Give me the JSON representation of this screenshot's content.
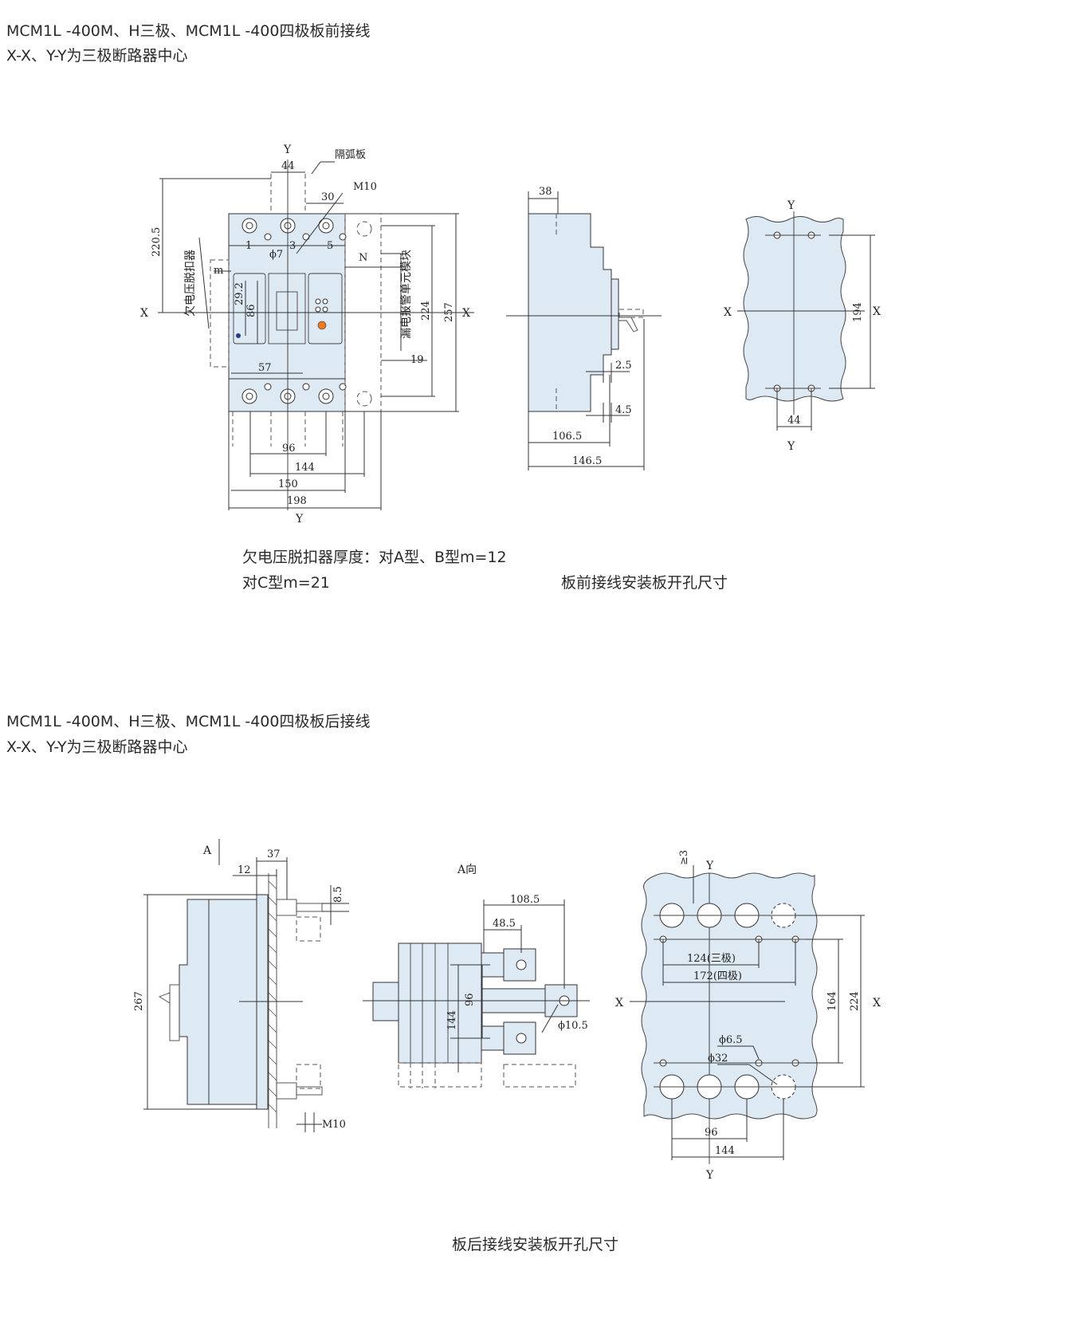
{
  "section1": {
    "heading": "MCM1L -400M、H三极、MCM1L -400四极板前接线",
    "subheading": "X-X、Y-Y为三极断路器中心",
    "note_line1": "欠电压脱扣器厚度：对A型、B型m=12",
    "note_line2": "对C型m=21",
    "caption": "板前接线安装板开孔尺寸",
    "front_view": {
      "labels": {
        "y_top": "Y",
        "y_bottom": "Y",
        "x_left": "X",
        "x_right": "X",
        "arc_plate": "隔弧板",
        "m10": "M10",
        "n": "N",
        "m": "m",
        "phi7": "ϕ7",
        "undervoltage": "欠电压脱扣器",
        "leakage": "漏电报警单元模块",
        "t1": "1",
        "t3": "3",
        "t5": "5"
      },
      "dims": {
        "d44": "44",
        "d30": "30",
        "d220_5": "220.5",
        "d29_2": "29.2",
        "d86": "86",
        "d57": "57",
        "d224": "224",
        "d257": "257",
        "d19": "19",
        "d96": "96",
        "d144": "144",
        "d150": "150",
        "d198": "198"
      }
    },
    "side_view": {
      "dims": {
        "d38": "38",
        "d2_5": "2.5",
        "d4_5": "4.5",
        "d106_5": "106.5",
        "d146_5": "146.5"
      }
    },
    "panel_view": {
      "labels": {
        "y_top": "Y",
        "y_bottom": "Y",
        "x_left": "X",
        "x_right": "X"
      },
      "dims": {
        "d194": "194",
        "d44": "44"
      }
    }
  },
  "section2": {
    "heading": "MCM1L -400M、H三极、MCM1L -400四极板后接线",
    "subheading": "X-X、Y-Y为三极断路器中心",
    "caption": "板后接线安装板开孔尺寸",
    "side_view": {
      "labels": {
        "a": "A",
        "m10": "M10"
      },
      "dims": {
        "d37": "37",
        "d12": "12",
        "d8_5": "8.5",
        "d267": "267"
      }
    },
    "a_view": {
      "labels": {
        "title": "A向",
        "phi10_5": "ϕ10.5"
      },
      "dims": {
        "d108_5": "108.5",
        "d48_5": "48.5",
        "d96": "96",
        "d144": "144"
      }
    },
    "panel_view": {
      "labels": {
        "y_top": "Y",
        "y_bottom": "Y",
        "x_left": "X",
        "x_right": "X",
        "phi6_5": "ϕ6.5",
        "phi32": "ϕ32",
        "three_pole": "124(三极)",
        "four_pole": "172(四极)"
      },
      "dims": {
        "ge3": "≥3",
        "d164": "164",
        "d224": "224",
        "d96": "96",
        "d144": "144"
      }
    }
  }
}
